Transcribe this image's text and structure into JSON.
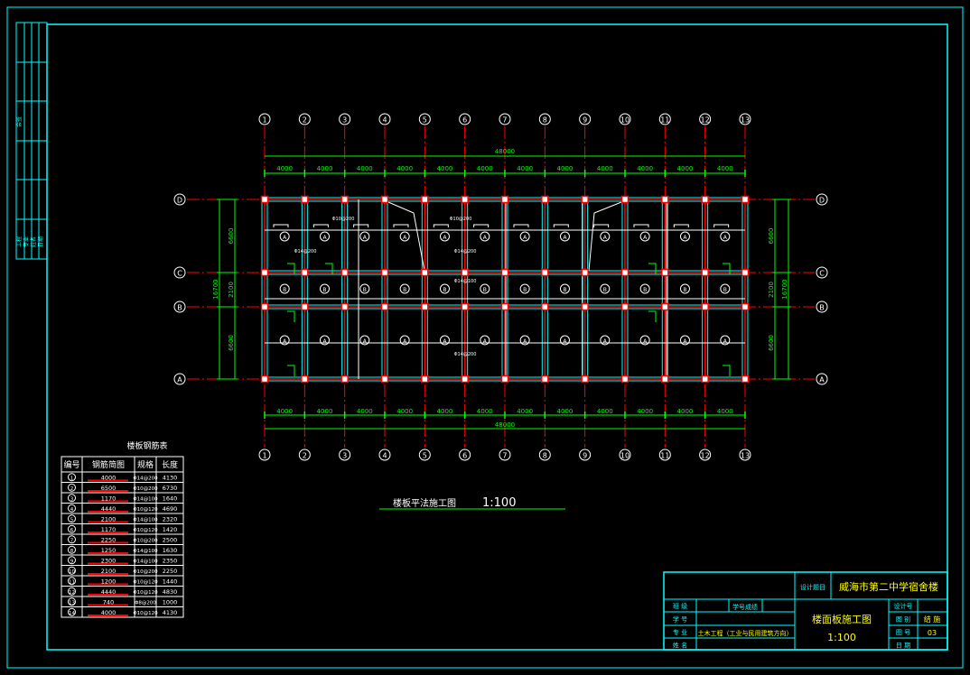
{
  "side_strip": {
    "labels": [
      "会签",
      "工程",
      "专业",
      "姓名",
      "日期"
    ]
  },
  "plan": {
    "title": "楼板平法施工图",
    "scale": "1:100",
    "col_axes": [
      "1",
      "2",
      "3",
      "4",
      "5",
      "6",
      "7",
      "8",
      "9",
      "10",
      "11",
      "12",
      "13"
    ],
    "row_axes": [
      "D",
      "C",
      "B",
      "A"
    ],
    "bay_dim": "4000",
    "total_dim": "48000",
    "row_dims": [
      "6600",
      "2100",
      "6600"
    ],
    "total_row_dim": "16700",
    "slab_labels": {
      "top": "A",
      "middle": "B",
      "bottom": "A"
    },
    "rebar_notes": [
      "Φ14@200",
      "Φ10@200",
      "Φ14@100"
    ]
  },
  "rebar_table": {
    "title": "楼板钢筋表",
    "headers": [
      "编号",
      "钢筋简图",
      "规格",
      "长度"
    ],
    "rows": [
      [
        "1",
        "4000",
        "Φ14@200",
        "4130"
      ],
      [
        "2",
        "6500",
        "Φ10@200",
        "6730"
      ],
      [
        "3",
        "1170",
        "Φ14@100",
        "1640"
      ],
      [
        "4",
        "4440",
        "Φ10@120",
        "4690"
      ],
      [
        "5",
        "2100",
        "Φ14@100",
        "2320"
      ],
      [
        "6",
        "1170",
        "Φ10@120",
        "1420"
      ],
      [
        "7",
        "2250",
        "Φ10@200",
        "2500"
      ],
      [
        "8",
        "1250",
        "Φ14@100",
        "1630"
      ],
      [
        "9",
        "2300",
        "Φ14@100",
        "2350"
      ],
      [
        "10",
        "2100",
        "Φ10@200",
        "2250"
      ],
      [
        "11",
        "1200",
        "Φ10@120",
        "1440"
      ],
      [
        "12",
        "4440",
        "Φ10@120",
        "4830"
      ],
      [
        "13",
        "740",
        "Φ8@200",
        "1000"
      ],
      [
        "14",
        "4000",
        "Φ10@120",
        "4130"
      ]
    ]
  },
  "title_block": {
    "design_topic_label": "设计题目",
    "project_name": "威海市第二中学宿舍楼",
    "drawing_name": "楼面板施工图",
    "scale": "1:100",
    "left_labels": [
      "班 级",
      "学 号",
      "专 业",
      "姓 名"
    ],
    "student_id_label": "学号成绩",
    "major": "土木工程（工业与民用建筑方向）",
    "right_labels": [
      "设计号",
      "图 别",
      "图 号",
      "日 期"
    ],
    "drawing_type": "结 施",
    "drawing_number": "03"
  }
}
